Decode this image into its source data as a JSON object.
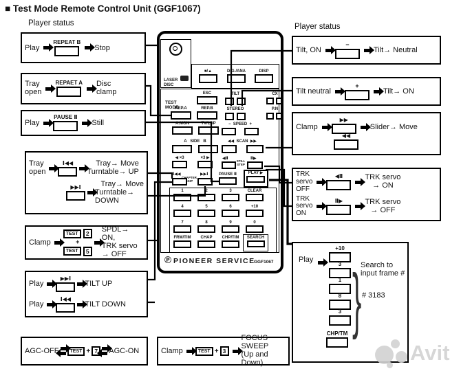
{
  "page_title": "■ Test Mode Remote Control Unit (GGF1067)",
  "watermark": "Avito",
  "left": {
    "section_label": "Player status",
    "repeat_b": {
      "pre": "Play",
      "btn": "REPEAT B",
      "post": "Stop"
    },
    "repeat_a": {
      "pre1": "Tray",
      "pre2": "open",
      "btn": "REPAET A",
      "post1": "Disc",
      "post2": "clamp"
    },
    "pause": {
      "pre": "Play",
      "btn": "PAUSE Ⅱ",
      "post": "Still"
    },
    "tray": {
      "pre1": "Tray",
      "pre2": "open",
      "btn_up": "Ⅰ◀◀",
      "up1": "Tray→ Move",
      "up2": "Turntable→ UP",
      "btn_down": "▶▶Ⅰ",
      "down1": "Tray→ Move",
      "down2": "Turntable→ DOWN"
    },
    "spdl": {
      "pre": "Clamp",
      "test1": "TEST",
      "n2": "2",
      "plus": "+",
      "test2": "TEST",
      "n5": "5",
      "post1": "SPDL→ ON,",
      "post2": "TRK servo → OFF"
    },
    "tilt": {
      "pre1": "Play",
      "btn1": "▶▶Ⅰ",
      "post1": "TILT UP",
      "pre2": "Play",
      "btn2": "Ⅰ◀◀",
      "post2": "TILT DOWN"
    },
    "agc": {
      "pre": "AGC-OFF",
      "test": "TEST",
      "plus": "+",
      "n": "7",
      "post": "AGC-ON"
    }
  },
  "focus": {
    "pre": "Clamp",
    "test": "TEST",
    "plus": "+",
    "n": "3",
    "post1": "FOCUS SWEEP",
    "post2": "(Up and Down)"
  },
  "right": {
    "section_label": "Player status",
    "tilt_neutral": {
      "pre": "Tilt, ON",
      "btn": "−",
      "post": "Tilt→ Neutral"
    },
    "tilt_on": {
      "pre": "Tilt neutral",
      "btn": "+",
      "post": "Tilt→ ON"
    },
    "slider": {
      "pre": "Clamp",
      "btn1": "▶▶",
      "post": "Slider→ Move",
      "btn2": "◀◀"
    },
    "trk": {
      "pre1a": "TRK",
      "pre1b": "servo",
      "pre1c": "OFF",
      "btn1": "◀Ⅱ",
      "post1a": "TRK servo",
      "post1b": "→ ON",
      "pre2a": "TRK",
      "pre2b": "servo",
      "pre2c": "ON",
      "btn2": "Ⅱ▶",
      "post2a": "TRK servo",
      "post2b": "→ OFF"
    },
    "search": {
      "pre": "Play",
      "k1": "+10",
      "k2": "3",
      "k3": "1",
      "k4": "8",
      "k5": "3",
      "k6": "CHP/TM",
      "note1": "Search to",
      "note2": "input frame #",
      "note3": "# 3183"
    }
  },
  "remote": {
    "brand_icon": "Ⓟ",
    "brand": "PIONEER SERVICE",
    "model": "GGF1067",
    "laser1": "LASER",
    "laser2": "DISC",
    "test_mode1": "TEST",
    "test_mode2": "MODE",
    "r1b1": "■/▲",
    "r1b2": "DIG./ANA",
    "r1b3": "DISP",
    "esc": "ESC",
    "tilt_lbl": "TILT",
    "cx_lbl": "CX",
    "rep_a": "REP.A",
    "rep_b": "REP.B",
    "stereo_lbl": "STEREO",
    "pn_lbl": "P.N",
    "a_mon": "A.MON",
    "tv_ldp": "TV/LDP",
    "speed_lbl": "−  SPEED  +",
    "side_lbl": "A   SIDE   B",
    "scan_lbl": "◀◀  SCAN  ▶▶",
    "x3l": "◀ ×3",
    "x3r": "×3 ▶",
    "still1": "STILL",
    "still2": "STEP",
    "still_l": "◀Ⅱ",
    "still_r": "Ⅱ▶",
    "chap_skip_l": "Ⅰ◀◀",
    "chap1": "CHAPTER",
    "chap2": "SKIP",
    "chap_skip_r": "▶▶Ⅰ",
    "pause_lbl": "PAUSE Ⅱ",
    "play_lbl": "PLAY ▶",
    "k1": "1",
    "k2": "2",
    "k3": "3",
    "kclear": "CLEAR",
    "k4": "4",
    "k5": "5",
    "k6": "6",
    "k10": "+10",
    "k7": "7",
    "k8": "8",
    "k9": "9",
    "k0": "0",
    "frm": "FRM/TIM",
    "chap": "CHAP",
    "chptim": "CHP/TIM",
    "search": "SEARCH"
  }
}
